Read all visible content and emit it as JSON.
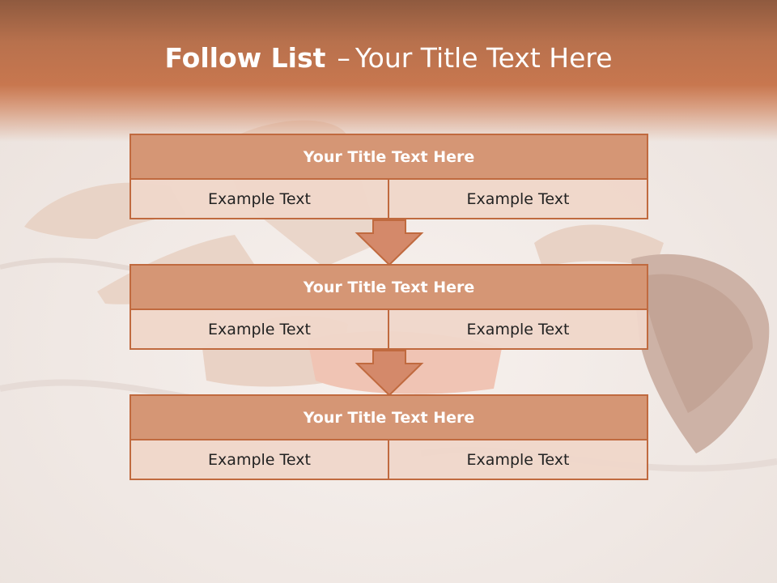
{
  "slide": {
    "title_bold": "Follow List",
    "title_dash": "–",
    "title_rest": "Your Title Text Here"
  },
  "blocks": [
    {
      "title": "Your Title Text Here",
      "left_text": "Example Text",
      "right_text": "Example Text"
    },
    {
      "title": "Your Title Text Here",
      "left_text": "Example Text",
      "right_text": "Example Text"
    },
    {
      "title": "Your Title Text Here",
      "left_text": "Example Text",
      "right_text": "Example Text"
    }
  ],
  "colors": {
    "header": "#c8774f",
    "block_title_fill": "#d59675",
    "block_border": "#c06a3f",
    "cell_fill": "#efd6ca",
    "arrow_fill": "#d4896a"
  },
  "icons": [
    "down-arrow-icon"
  ]
}
